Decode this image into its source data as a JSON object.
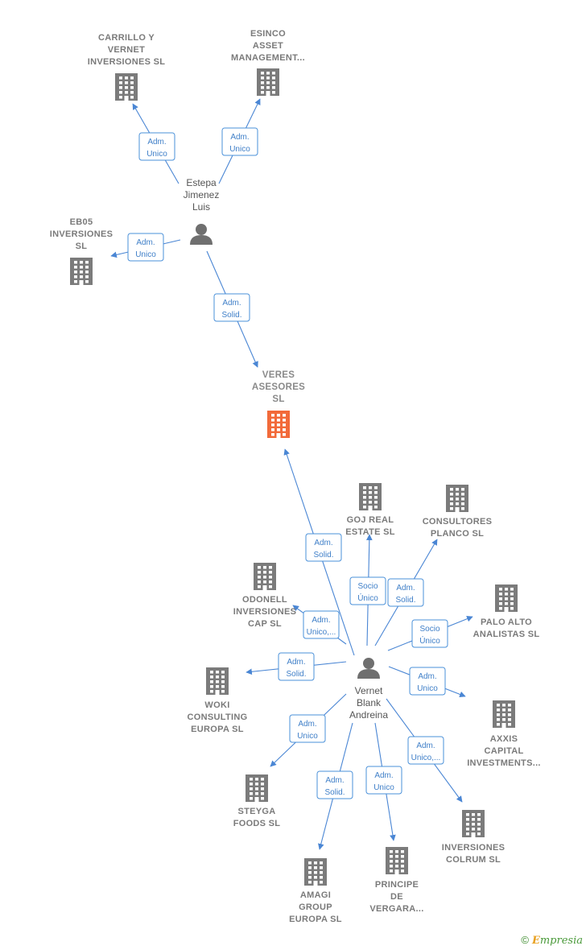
{
  "main_company": {
    "name_lines": [
      "VERES",
      "ASESORES",
      "SL"
    ]
  },
  "people": [
    {
      "id": "estepa",
      "name_lines": [
        "Estepa",
        "Jimenez",
        "Luis"
      ]
    },
    {
      "id": "vernet",
      "name_lines": [
        "Vernet",
        "Blank",
        "Andreina"
      ]
    }
  ],
  "companies": [
    {
      "id": "carrillo",
      "name_lines": [
        "CARRILLO Y",
        "VERNET",
        "INVERSIONES SL"
      ]
    },
    {
      "id": "esinco",
      "name_lines": [
        "ESINCO",
        "ASSET",
        "MANAGEMENT..."
      ]
    },
    {
      "id": "eb05",
      "name_lines": [
        "EB05",
        "INVERSIONES",
        "SL"
      ]
    },
    {
      "id": "goj",
      "name_lines": [
        "GOJ REAL",
        "ESTATE  SL"
      ]
    },
    {
      "id": "consultores",
      "name_lines": [
        "CONSULTORES",
        "PLANCO  SL"
      ]
    },
    {
      "id": "odonell",
      "name_lines": [
        "ODONELL",
        "INVERSIONES",
        "CAP  SL"
      ]
    },
    {
      "id": "paloalto",
      "name_lines": [
        "PALO ALTO",
        "ANALISTAS  SL"
      ]
    },
    {
      "id": "woki",
      "name_lines": [
        "WOKI",
        "CONSULTING",
        "EUROPA  SL"
      ]
    },
    {
      "id": "axxis",
      "name_lines": [
        "AXXIS",
        "CAPITAL",
        "INVESTMENTS..."
      ]
    },
    {
      "id": "steyga",
      "name_lines": [
        "STEYGA",
        "FOODS  SL"
      ]
    },
    {
      "id": "colrum",
      "name_lines": [
        "INVERSIONES",
        "COLRUM  SL"
      ]
    },
    {
      "id": "amagi",
      "name_lines": [
        "AMAGI",
        "GROUP",
        "EUROPA  SL"
      ]
    },
    {
      "id": "principe",
      "name_lines": [
        "PRINCIPE",
        "DE",
        "VERGARA..."
      ]
    }
  ],
  "edges": [
    {
      "from": "estepa",
      "to": "carrillo",
      "label": [
        "Adm.",
        "Unico"
      ]
    },
    {
      "from": "estepa",
      "to": "esinco",
      "label": [
        "Adm.",
        "Unico"
      ]
    },
    {
      "from": "estepa",
      "to": "eb05",
      "label": [
        "Adm.",
        "Unico"
      ]
    },
    {
      "from": "estepa",
      "to": "veres",
      "label": [
        "Adm.",
        "Solid."
      ]
    },
    {
      "from": "vernet",
      "to": "veres",
      "label": [
        "Adm.",
        "Solid."
      ]
    },
    {
      "from": "vernet",
      "to": "goj",
      "label": [
        "Socio",
        "Único"
      ]
    },
    {
      "from": "vernet",
      "to": "consultores",
      "label": [
        "Adm.",
        "Solid."
      ]
    },
    {
      "from": "vernet",
      "to": "odonell",
      "label": [
        "Adm.",
        "Unico,..."
      ]
    },
    {
      "from": "vernet",
      "to": "paloalto",
      "label": [
        "Socio",
        "Único"
      ]
    },
    {
      "from": "vernet",
      "to": "woki",
      "label": [
        "Adm.",
        "Solid."
      ]
    },
    {
      "from": "vernet",
      "to": "axxis",
      "label": [
        "Adm.",
        "Unico"
      ]
    },
    {
      "from": "vernet",
      "to": "steyga",
      "label": [
        "Adm.",
        "Unico"
      ]
    },
    {
      "from": "vernet",
      "to": "colrum",
      "label": [
        "Adm.",
        "Unico,..."
      ]
    },
    {
      "from": "vernet",
      "to": "amagi",
      "label": [
        "Adm.",
        "Solid."
      ]
    },
    {
      "from": "vernet",
      "to": "principe",
      "label": [
        "Adm.",
        "Unico"
      ]
    }
  ],
  "footer": {
    "copyright": "©",
    "brand_initial": "E",
    "brand_rest": "mpresia"
  }
}
